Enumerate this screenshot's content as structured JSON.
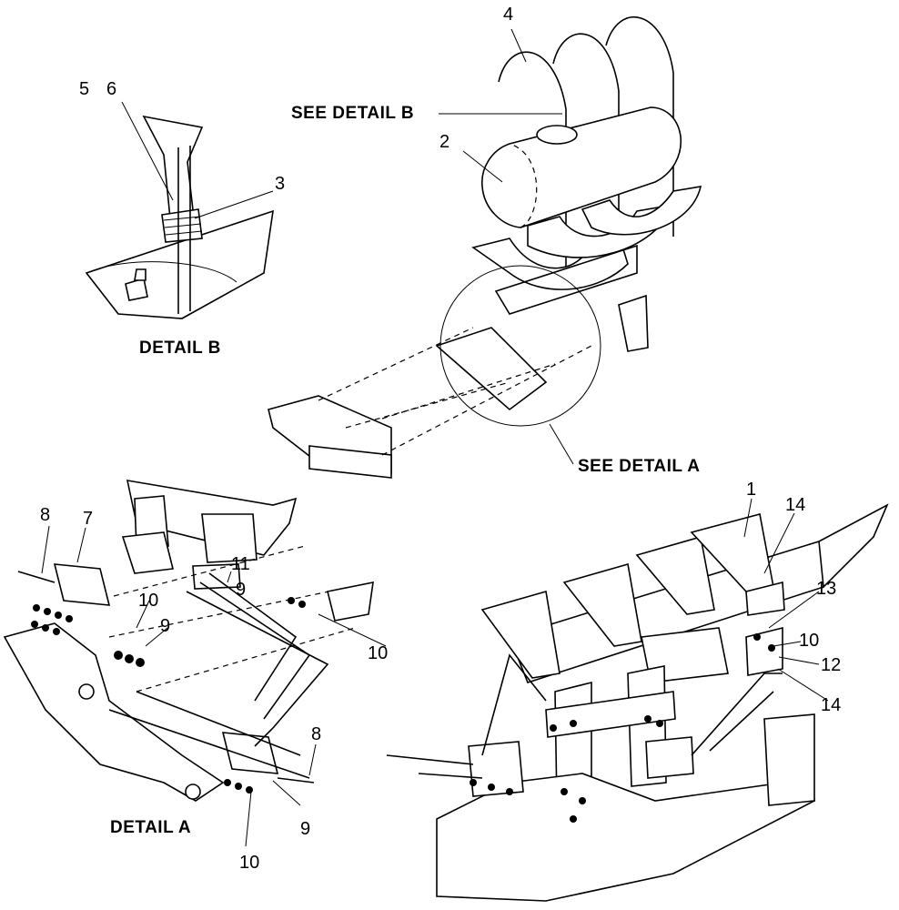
{
  "callouts": {
    "c1": "1",
    "c2": "2",
    "c3": "3",
    "c4": "4",
    "c5": "5",
    "c6": "6",
    "c7": "7",
    "c8a": "8",
    "c8b": "8",
    "c9a": "9",
    "c9b": "9",
    "c9c": "9",
    "c10a": "10",
    "c10b": "10",
    "c10c": "10",
    "c10d": "10",
    "c11": "11",
    "c12": "12",
    "c13": "13",
    "c14a": "14",
    "c14b": "14"
  },
  "captions": {
    "see_detail_b": "SEE DETAIL  B",
    "see_detail_a": "SEE DETAIL  A",
    "detail_b": "DETAIL  B",
    "detail_a": "DETAIL  A"
  }
}
